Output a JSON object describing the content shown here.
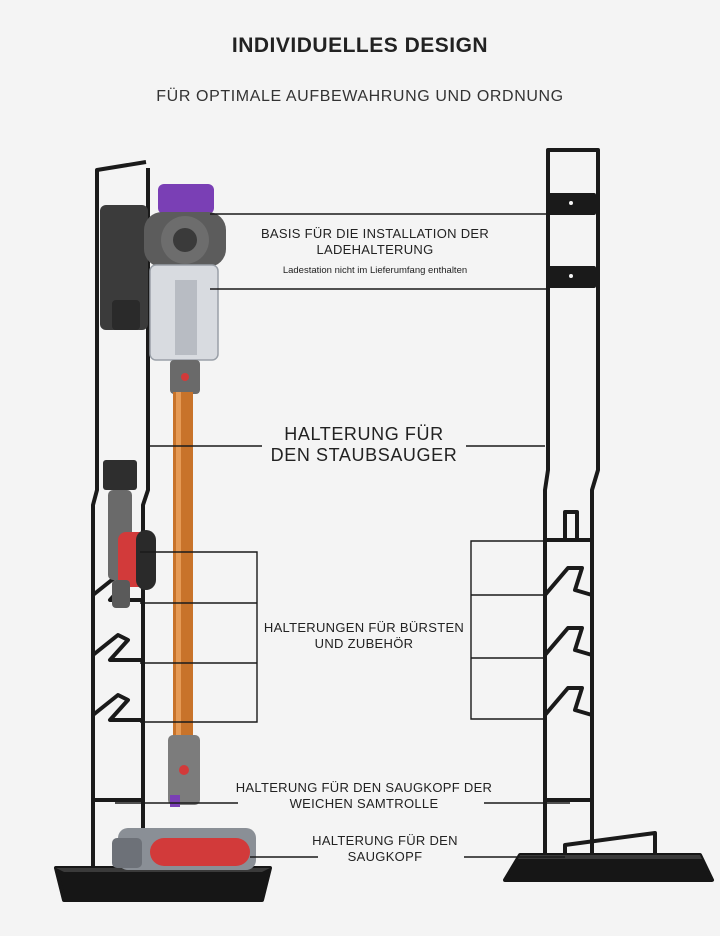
{
  "header": {
    "title": "INDIVIDUELLES DESIGN",
    "subtitle": "FÜR OPTIMALE AUFBEWAHRUNG UND ORDNUNG"
  },
  "callouts": {
    "base_line1": "BASIS FÜR DIE INSTALLATION DER",
    "base_line2": "LADEHALTERUNG",
    "base_note": "Ladestation nicht im Lieferumfang enthalten",
    "vacuum_line1": "HALTERUNG FÜR",
    "vacuum_line2": "DEN STAUBSAUGER",
    "brushes_line1": "HALTERUNGEN FÜR BÜRSTEN",
    "brushes_line2": "UND ZUBEHÖR",
    "roller_line1": "HALTERUNG FÜR DEN SAUGKOPF DER",
    "roller_line2": "WEICHEN SAMTROLLE",
    "head_line1": "HALTERUNG FÜR DEN",
    "head_line2": "SAUGKOPF"
  },
  "colors": {
    "background": "#f4f4f4",
    "stand_frame": "#1a1a1a",
    "vacuum_tube": "#c8732a",
    "vacuum_accent": "#7a3fb5",
    "brush_red": "#d23a3a"
  }
}
